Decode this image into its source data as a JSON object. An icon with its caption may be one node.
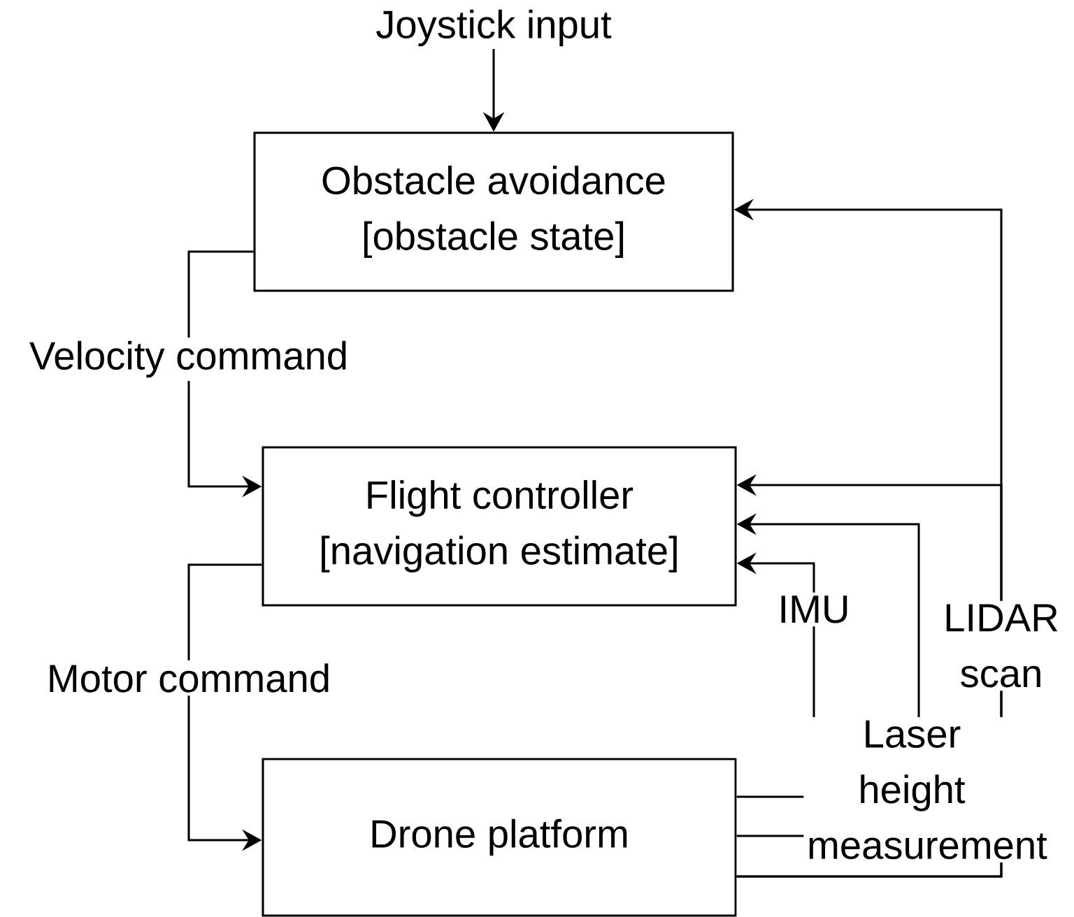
{
  "diagram": {
    "nodes": [
      {
        "text": [
          "Obstacle avoidance",
          "[obstacle state]"
        ]
      },
      {
        "text": [
          "Flight controller",
          "[navigation estimate]"
        ]
      },
      {
        "text": [
          "Drone platform"
        ]
      },
      {
        "text": [
          "Joystick input"
        ]
      }
    ],
    "edges": [
      {
        "from": 3,
        "to": 0,
        "arrow": "to"
      },
      {
        "from": 0,
        "to": 1,
        "arrow": "to",
        "label": "Velocity command"
      },
      {
        "from": 1,
        "to": 2,
        "arrow": "to",
        "label": "Motor command"
      },
      {
        "from": 2,
        "to": 0,
        "arrow": "to",
        "label": "LIDAR scan"
      },
      {
        "from": 2,
        "to": 1,
        "arrow": "to"
      },
      {
        "from": 2,
        "to": 1,
        "arrow": "to",
        "label": "Laser height measurement"
      },
      {
        "from": 2,
        "to": 1,
        "arrow": "to",
        "label": "IMU"
      }
    ]
  }
}
